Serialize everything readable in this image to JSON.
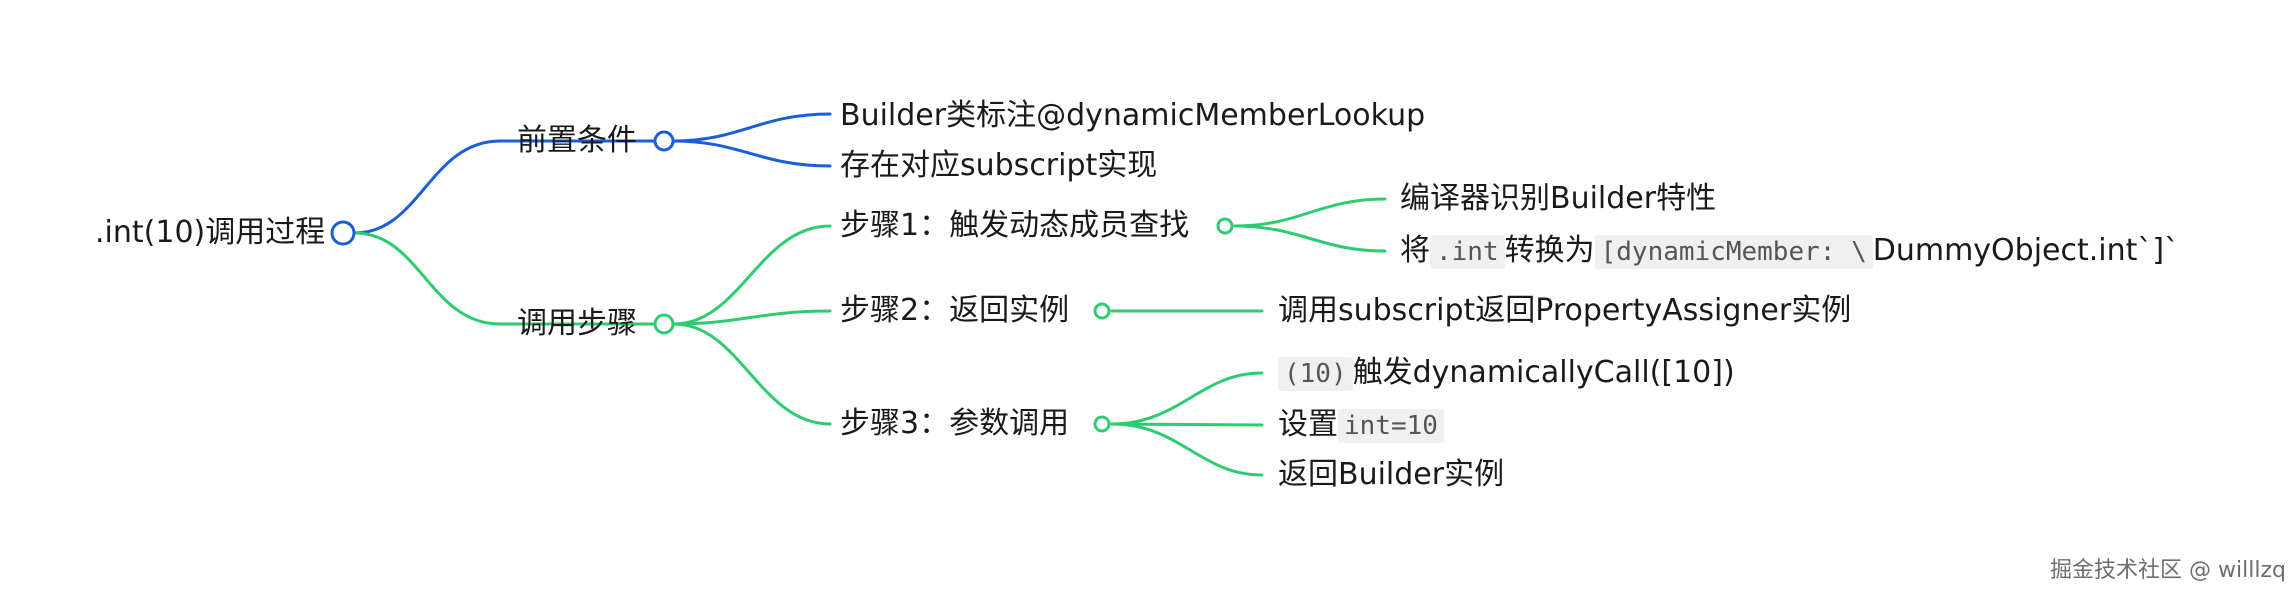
{
  "root": {
    "label": ".int(10)调用过程",
    "color": "#1a5fd8"
  },
  "branches": {
    "precondition": {
      "label": "前置条件",
      "color": "#1a5fd8",
      "items": [
        "Builder类标注@dynamicMemberLookup",
        "存在对应subscript实现"
      ]
    },
    "steps": {
      "label": "调用步骤",
      "color": "#2ecc71",
      "step1": {
        "label": "步骤1：触发动态成员查找",
        "child1": "编译器识别Builder特性",
        "child2": {
          "prefix": "将",
          "code1": ".int",
          "mid": "转换为",
          "code2": "[dynamicMember: \\",
          "suffix": "DummyObject.int`]`"
        }
      },
      "step2": {
        "label": "步骤2：返回实例",
        "child1": "调用subscript返回PropertyAssigner实例"
      },
      "step3": {
        "label": "步骤3：参数调用",
        "child1": {
          "code": "(10)",
          "text": "触发dynamicallyCall([10])"
        },
        "child2": {
          "text": "设置",
          "code": "int=10"
        },
        "child3": "返回Builder实例"
      }
    }
  },
  "watermark": "掘金技术社区 @ willlzq"
}
